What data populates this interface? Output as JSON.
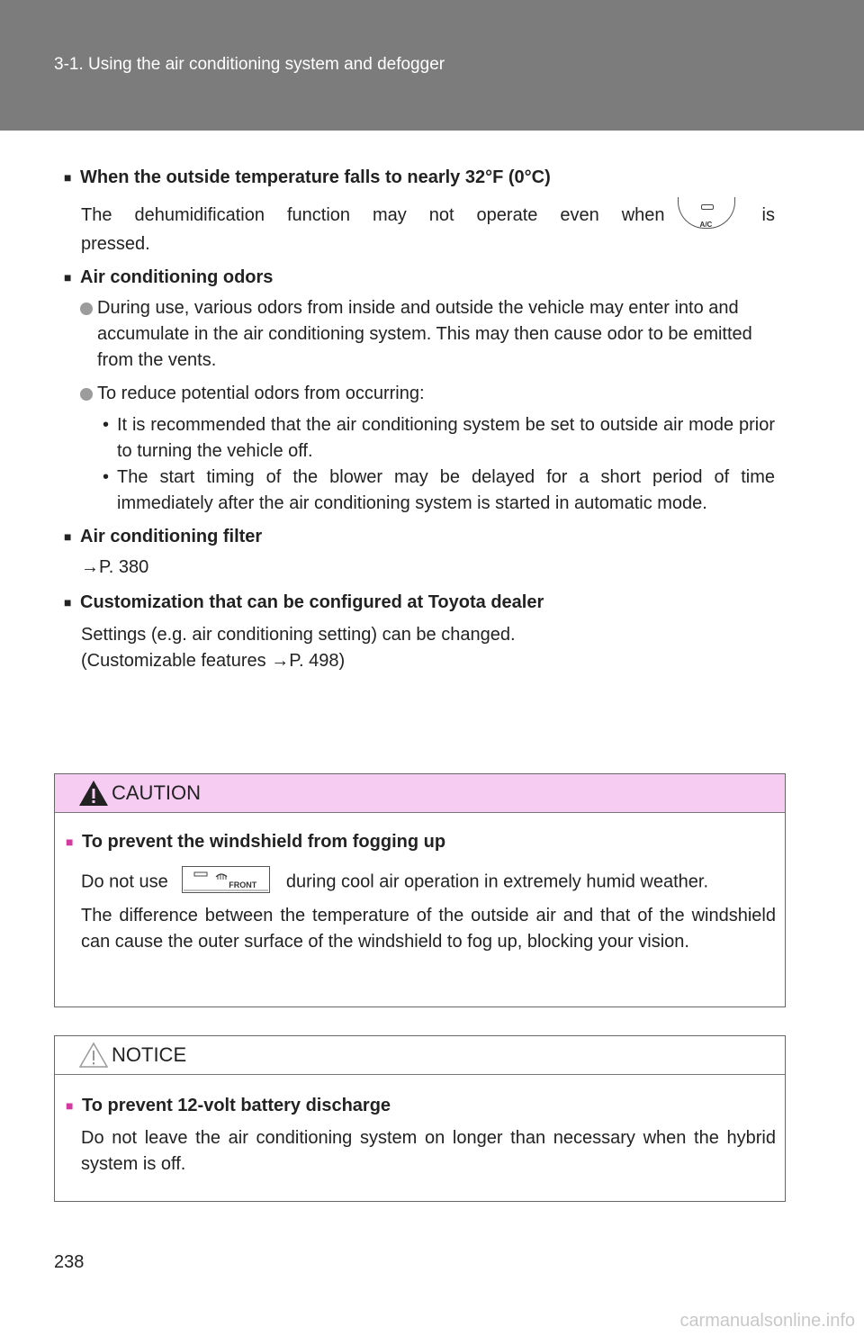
{
  "header": {
    "title": "3-1. Using the air conditioning system and defogger"
  },
  "sections": {
    "temp": {
      "heading": "When the outside temperature falls to nearly 32°F (0°C)",
      "text_before": "The dehumidification function may not operate even when",
      "button_label": "A/C",
      "text_is": "is",
      "text_after": "pressed."
    },
    "odors": {
      "heading": "Air conditioning odors",
      "bullet1": "During use, various odors from inside and outside the vehicle may enter into and accumulate in the air conditioning system. This may then cause odor to be emitted from the vents.",
      "bullet2": "To reduce potential odors from occurring:",
      "sub1": "It is recommended that the air conditioning system be set to outside air mode prior to turning the vehicle off.",
      "sub2": "The start timing of the blower may be delayed for a short period of time immediately after the air conditioning system is started in automatic mode."
    },
    "filter": {
      "heading": "Air conditioning filter",
      "ref": "→P. 380"
    },
    "custom": {
      "heading": "Customization that can be configured at Toyota dealer",
      "line1": "Settings (e.g. air conditioning setting) can be changed.",
      "line2": "(Customizable features →P. 498)"
    }
  },
  "caution": {
    "title": "CAUTION",
    "heading": "To prevent the windshield from fogging up",
    "text_before": "Do not use",
    "button_label": "FRONT",
    "text_after": "during cool air operation in extremely humid weather.",
    "text2": "The difference between the temperature of the outside air and that of the windshield can cause the outer surface of the windshield to fog up, blocking your vision."
  },
  "notice": {
    "title": "NOTICE",
    "heading": "To prevent 12-volt battery discharge",
    "text": "Do not leave the air conditioning system on longer than necessary when the hybrid system is off."
  },
  "page_number": "238",
  "watermark": "carmanualsonline.info",
  "colors": {
    "header_bg": "#7c7c7c",
    "caution_bg": "#f6ccf3",
    "caution_square": "#d23aa0"
  }
}
